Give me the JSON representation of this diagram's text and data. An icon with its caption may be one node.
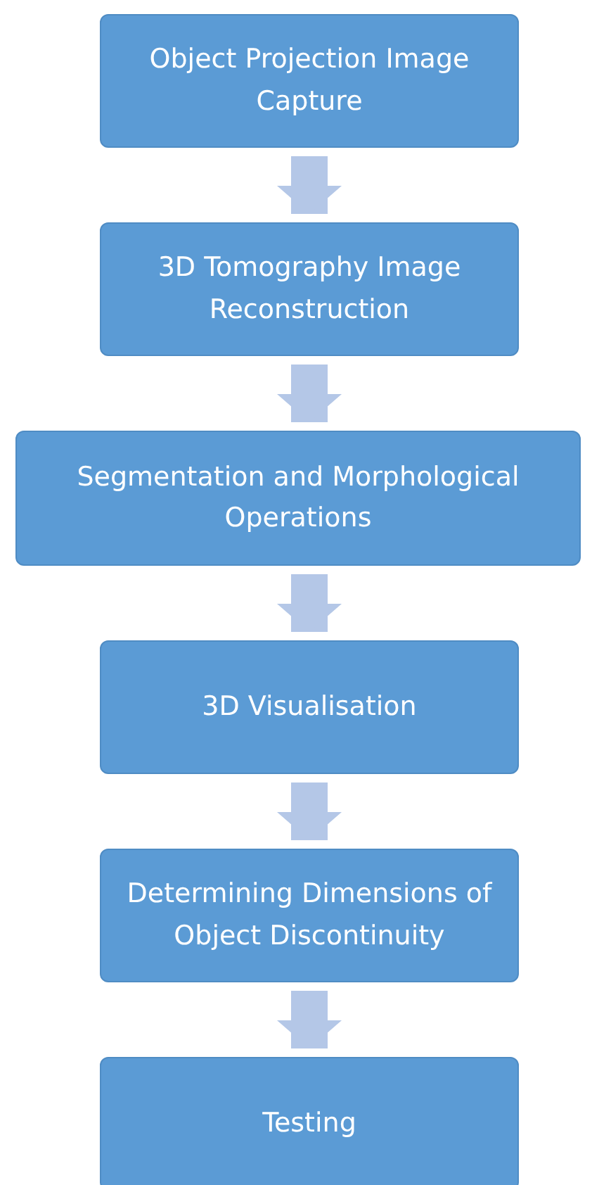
{
  "diagram": {
    "nodes": [
      {
        "text": [
          "Object Projection Image Capture"
        ]
      },
      {
        "text": [
          "3D Tomography Image Reconstruction"
        ]
      },
      {
        "text": [
          "Segmentation and Morphological Operations"
        ]
      },
      {
        "text": [
          "3D Visualisation"
        ]
      },
      {
        "text": [
          "Determining Dimensions of Object Discontinuity"
        ]
      },
      {
        "text": [
          "Testing"
        ]
      }
    ],
    "edges": [
      {
        "from": 0,
        "to": 1,
        "arrow": "to"
      },
      {
        "from": 1,
        "to": 2,
        "arrow": "to"
      },
      {
        "from": 2,
        "to": 3,
        "arrow": "to"
      },
      {
        "from": 3,
        "to": 4,
        "arrow": "to"
      },
      {
        "from": 4,
        "to": 5,
        "arrow": "to"
      }
    ]
  }
}
